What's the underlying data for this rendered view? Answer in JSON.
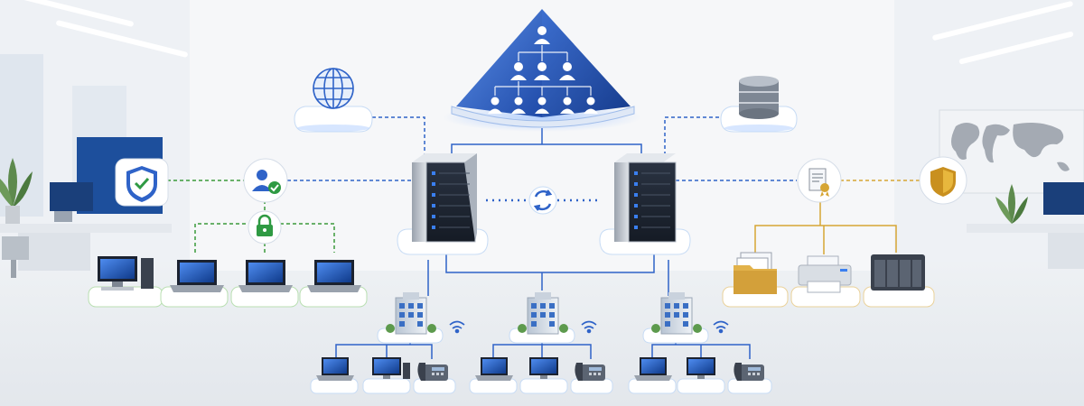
{
  "diagram": {
    "hub": {
      "icon": "user-hierarchy-pyramid-icon"
    },
    "peripheral_nodes": [
      {
        "id": "internet",
        "icon": "globe-icon"
      },
      {
        "id": "database",
        "icon": "database-icon"
      },
      {
        "id": "security-shield",
        "icon": "shield-check-icon"
      },
      {
        "id": "user-auth",
        "icon": "user-check-icon"
      },
      {
        "id": "access-lock",
        "icon": "lock-icon"
      },
      {
        "id": "certificate",
        "icon": "certificate-icon"
      },
      {
        "id": "policy-shield",
        "icon": "gold-shield-icon"
      }
    ],
    "servers": [
      {
        "id": "server-left",
        "icon": "server-tower-icon"
      },
      {
        "id": "server-right",
        "icon": "server-tower-icon"
      }
    ],
    "sync": {
      "icon": "sync-icon"
    },
    "left_devices": [
      "desktop-computer-icon",
      "laptop-icon",
      "laptop-icon",
      "laptop-icon"
    ],
    "right_devices": [
      "file-folder-icon",
      "printer-icon",
      "nas-storage-icon"
    ],
    "branches": [
      {
        "id": "branch-1",
        "icon": "office-building-icon",
        "devices": [
          "laptop-icon",
          "desktop-computer-icon",
          "desk-phone-icon"
        ]
      },
      {
        "id": "branch-2",
        "icon": "office-building-icon",
        "devices": [
          "laptop-icon",
          "desktop-computer-icon",
          "desk-phone-icon"
        ]
      },
      {
        "id": "branch-3",
        "icon": "office-building-icon",
        "devices": [
          "laptop-icon",
          "desktop-computer-icon",
          "desk-phone-icon"
        ]
      }
    ],
    "colors": {
      "accent_blue": "#2f63c8",
      "pyramid_dark": "#1f4aa8",
      "pyramid_light": "#4f86e6",
      "link_green": "#3a9a3a",
      "link_gold": "#d6a534",
      "server_body": "#c9ced6",
      "glow": "#7fb0ff"
    }
  }
}
